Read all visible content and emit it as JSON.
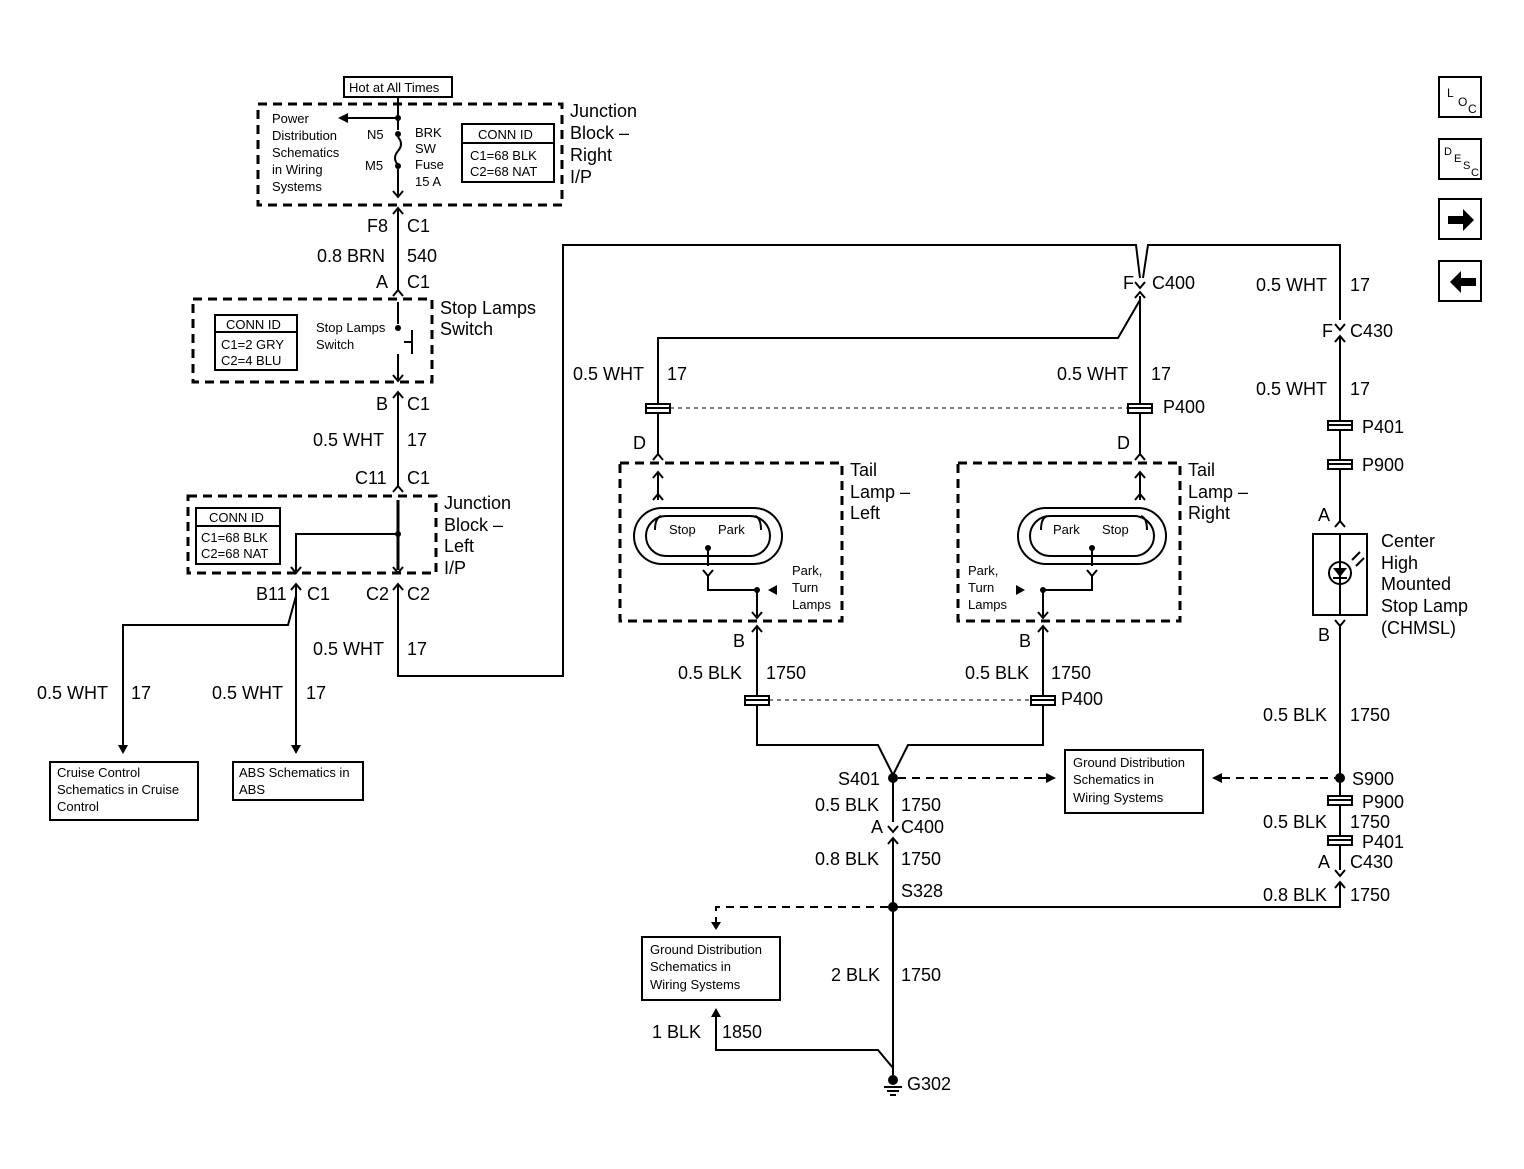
{
  "top": {
    "hot": "Hot at All Times"
  },
  "jb_right": {
    "title": [
      "Junction",
      "Block –",
      "Right",
      "I/P"
    ],
    "pds": [
      "Power",
      "Distribution",
      "Schematics",
      "in Wiring",
      "Systems"
    ],
    "n5": "N5",
    "m5": "M5",
    "fuse": [
      "BRK",
      "SW",
      "Fuse",
      "15 A"
    ],
    "conn_head": "CONN ID",
    "conn1": "C1=68 BLK",
    "conn2": "C2=68 NAT"
  },
  "wire1": {
    "f8": "F8",
    "c1": "C1",
    "gauge": "0.8 BRN",
    "circ": "540",
    "a": "A",
    "c1b": "C1"
  },
  "stop_switch": {
    "title": [
      "Stop Lamps",
      "Switch"
    ],
    "label": [
      "Stop Lamps",
      "Switch"
    ],
    "conn_head": "CONN ID",
    "conn1": "C1=2 GRY",
    "conn2": "C2=4 BLU"
  },
  "wire2": {
    "b": "B",
    "c1": "C1",
    "gauge": "0.5 WHT",
    "circ": "17",
    "c11": "C11",
    "c1b": "C1"
  },
  "jb_left": {
    "title": [
      "Junction",
      "Block –",
      "Left",
      "I/P"
    ],
    "conn_head": "CONN ID",
    "conn1": "C1=68 BLK",
    "conn2": "C2=68 NAT",
    "b11": "B11",
    "c1": "C1",
    "c2a": "C2",
    "c2b": "C2"
  },
  "branch": {
    "g1": "0.5 WHT",
    "c1": "17",
    "g2": "0.5 WHT",
    "c2": "17",
    "g3": "0.5 WHT",
    "c3": "17",
    "cruise": [
      "Cruise Control",
      "Schematics in Cruise",
      "Control"
    ],
    "abs": [
      "ABS Schematics in",
      "ABS"
    ]
  },
  "c400_top": {
    "f": "F",
    "c400": "C400"
  },
  "tail_left": {
    "title": [
      "Tail",
      "Lamp –",
      "Left"
    ],
    "stop": "Stop",
    "park": "Park",
    "ptl": [
      "Park,",
      "Turn",
      "Lamps"
    ],
    "g_top": "0.5 WHT",
    "c_top": "17",
    "d": "D",
    "b": "B",
    "g_bot": "0.5 BLK",
    "c_bot": "1750"
  },
  "tail_right": {
    "title": [
      "Tail",
      "Lamp –",
      "Right"
    ],
    "park": "Park",
    "stop": "Stop",
    "ptl": [
      "Park,",
      "Turn",
      "Lamps"
    ],
    "g_top": "0.5 WHT",
    "c_top": "17",
    "p400": "P400",
    "d": "D",
    "b": "B",
    "g_bot": "0.5 BLK",
    "c_bot": "1750",
    "p400b": "P400"
  },
  "chmsl": {
    "g1": "0.5 WHT",
    "c1": "17",
    "f": "F",
    "c430": "C430",
    "g2": "0.5 WHT",
    "c2": "17",
    "p401": "P401",
    "p900": "P900",
    "a": "A",
    "title": [
      "Center",
      "High",
      "Mounted",
      "Stop Lamp",
      "(CHMSL)"
    ],
    "b": "B",
    "g3": "0.5 BLK",
    "c3": "1750"
  },
  "ground": {
    "s401": "S401",
    "s900": "S900",
    "gd1": [
      "Ground Distribution",
      "Schematics in",
      "Wiring Systems"
    ],
    "g1": "0.5 BLK",
    "c1": "1750",
    "a1": "A",
    "c400": "C400",
    "p900": "P900",
    "g2": "0.5 BLK",
    "c2": "1750",
    "p401": "P401",
    "a2": "A",
    "c430": "C430",
    "g3": "0.8 BLK",
    "c3": "1750",
    "s328": "S328",
    "g4": "0.8 BLK",
    "c4": "1750",
    "gd2": [
      "Ground Distribution",
      "Schematics in",
      "Wiring Systems"
    ],
    "g5": "2 BLK",
    "c5": "1750",
    "g6": "1 BLK",
    "c6": "1850",
    "g302": "G302"
  },
  "nav": {
    "loc": [
      "L",
      "O",
      "C"
    ],
    "desc": [
      "D",
      "E",
      "S",
      "C"
    ],
    "next": "right-arrow-icon",
    "prev": "left-arrow-icon"
  }
}
